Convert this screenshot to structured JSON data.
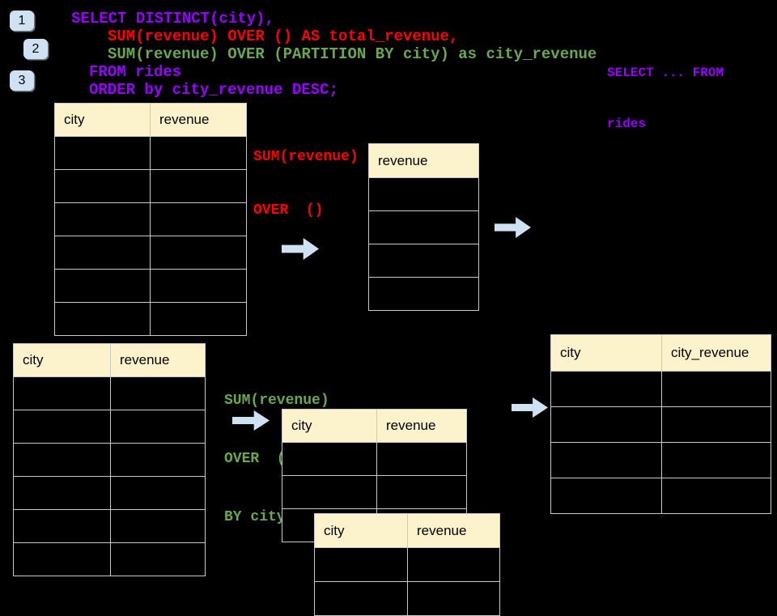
{
  "colors": {
    "purple": "#9900ff",
    "red": "#ff0000",
    "green": "#6aa84f",
    "header_fill": "#fcf2cc",
    "arrow_fill": "#cfe2f3",
    "badge_fill": "#cfe2f3",
    "table_border": "#c9c9c9"
  },
  "badges": {
    "b1": "1",
    "b2": "2",
    "b3": "3"
  },
  "sql_code": {
    "line1": "SELECT DISTINCT(city),",
    "line2": "SUM(revenue) OVER () AS total_revenue,",
    "line3": "SUM(revenue) OVER (PARTITION BY city) as city_revenue",
    "line4": "FROM rides",
    "line5": "ORDER by city_revenue DESC;"
  },
  "side_note": {
    "line1": "SELECT ... FROM",
    "line2": "rides"
  },
  "annotation_total": {
    "line1": "SUM(revenue)",
    "line2": "OVER  ()"
  },
  "annotation_partition": {
    "line1": "SUM(revenue)",
    "line2": "OVER  (PARTITION",
    "line3": "BY city)"
  },
  "tables": {
    "source_top": {
      "col1": "city",
      "col2": "revenue",
      "rows": 6
    },
    "total_revenue": {
      "col1": "revenue",
      "rows": 4
    },
    "source_bottom": {
      "col1": "city",
      "col2": "revenue",
      "rows": 6
    },
    "partition_main": {
      "col1": "city",
      "col2": "revenue",
      "rows": 3
    },
    "partition_overlay": {
      "col1": "city",
      "col2": "revenue",
      "rows": 2
    },
    "result": {
      "col1": "city",
      "col2": "city_revenue",
      "rows": 4
    }
  }
}
